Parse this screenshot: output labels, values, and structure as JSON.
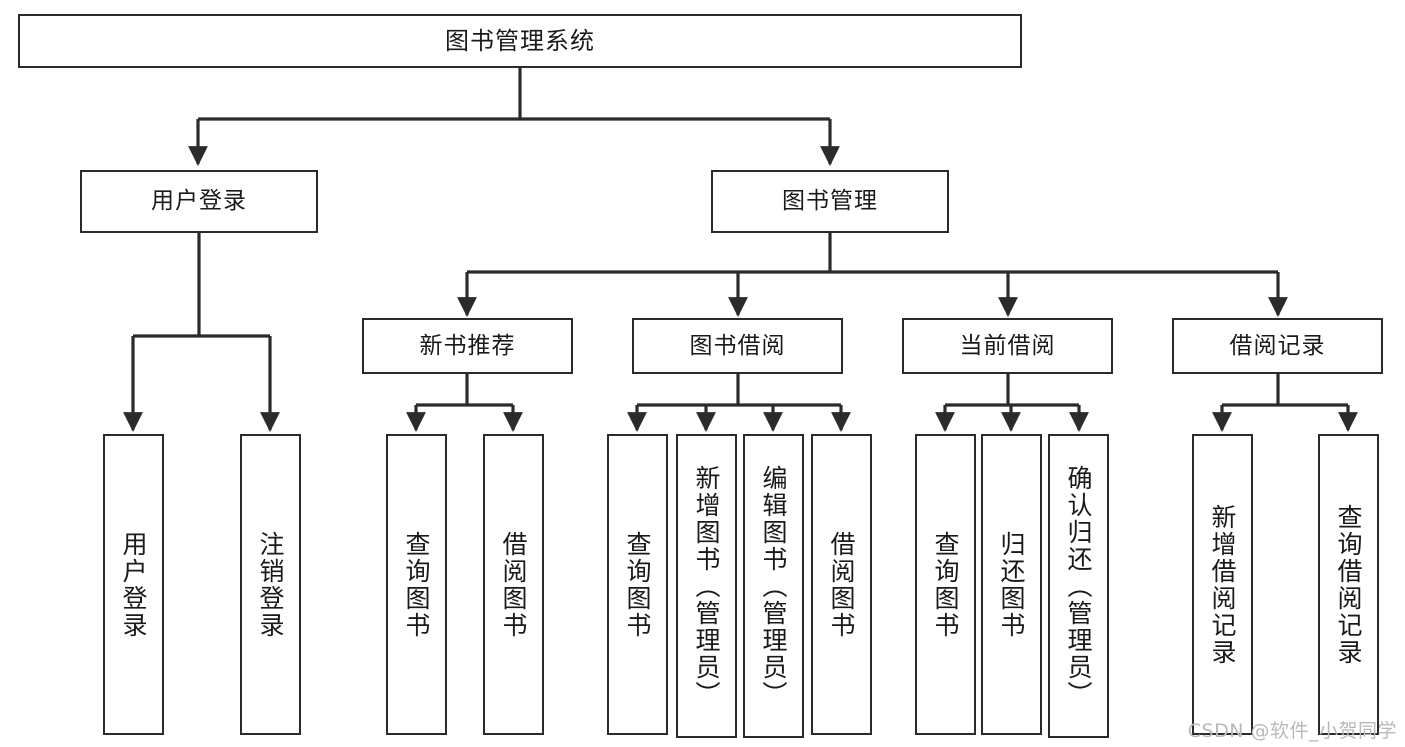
{
  "diagram": {
    "type": "tree",
    "title": "图书管理系统",
    "watermark": "CSDN @软件_小贺同学",
    "stroke_color": "#2b2b2b",
    "fill_color": "#ffffff",
    "text_color": "#1a1a1a",
    "watermark_color": "#b9b9b9",
    "levels": 4,
    "nodes": {
      "root": "图书管理系统",
      "l2": [
        "用户登录",
        "图书管理"
      ],
      "l3": [
        "新书推荐",
        "图书借阅",
        "当前借阅",
        "借阅记录"
      ],
      "leaves_user_login": [
        "用户登录",
        "注销登录"
      ],
      "leaves_new_book": [
        "查询图书",
        "借阅图书"
      ],
      "leaves_borrow": [
        "查询图书",
        "新增图书（管理员）",
        "编辑图书（管理员）",
        "借阅图书"
      ],
      "leaves_current": [
        "查询图书",
        "归还图书",
        "确认归还（管理员）"
      ],
      "leaves_record": [
        "新增借阅记录",
        "查询借阅记录"
      ]
    },
    "edges": [
      {
        "from": "图书管理系统",
        "to": "用户登录"
      },
      {
        "from": "图书管理系统",
        "to": "图书管理"
      },
      {
        "from": "用户登录",
        "to": "用户登录"
      },
      {
        "from": "用户登录",
        "to": "注销登录"
      },
      {
        "from": "图书管理",
        "to": "新书推荐"
      },
      {
        "from": "图书管理",
        "to": "图书借阅"
      },
      {
        "from": "图书管理",
        "to": "当前借阅"
      },
      {
        "from": "图书管理",
        "to": "借阅记录"
      },
      {
        "from": "新书推荐",
        "to": "查询图书"
      },
      {
        "from": "新书推荐",
        "to": "借阅图书"
      },
      {
        "from": "图书借阅",
        "to": "查询图书"
      },
      {
        "from": "图书借阅",
        "to": "新增图书（管理员）"
      },
      {
        "from": "图书借阅",
        "to": "编辑图书（管理员）"
      },
      {
        "from": "图书借阅",
        "to": "借阅图书"
      },
      {
        "from": "当前借阅",
        "to": "查询图书"
      },
      {
        "from": "当前借阅",
        "to": "归还图书"
      },
      {
        "from": "当前借阅",
        "to": "确认归还（管理员）"
      },
      {
        "from": "借阅记录",
        "to": "新增借阅记录"
      },
      {
        "from": "借阅记录",
        "to": "查询借阅记录"
      }
    ]
  }
}
